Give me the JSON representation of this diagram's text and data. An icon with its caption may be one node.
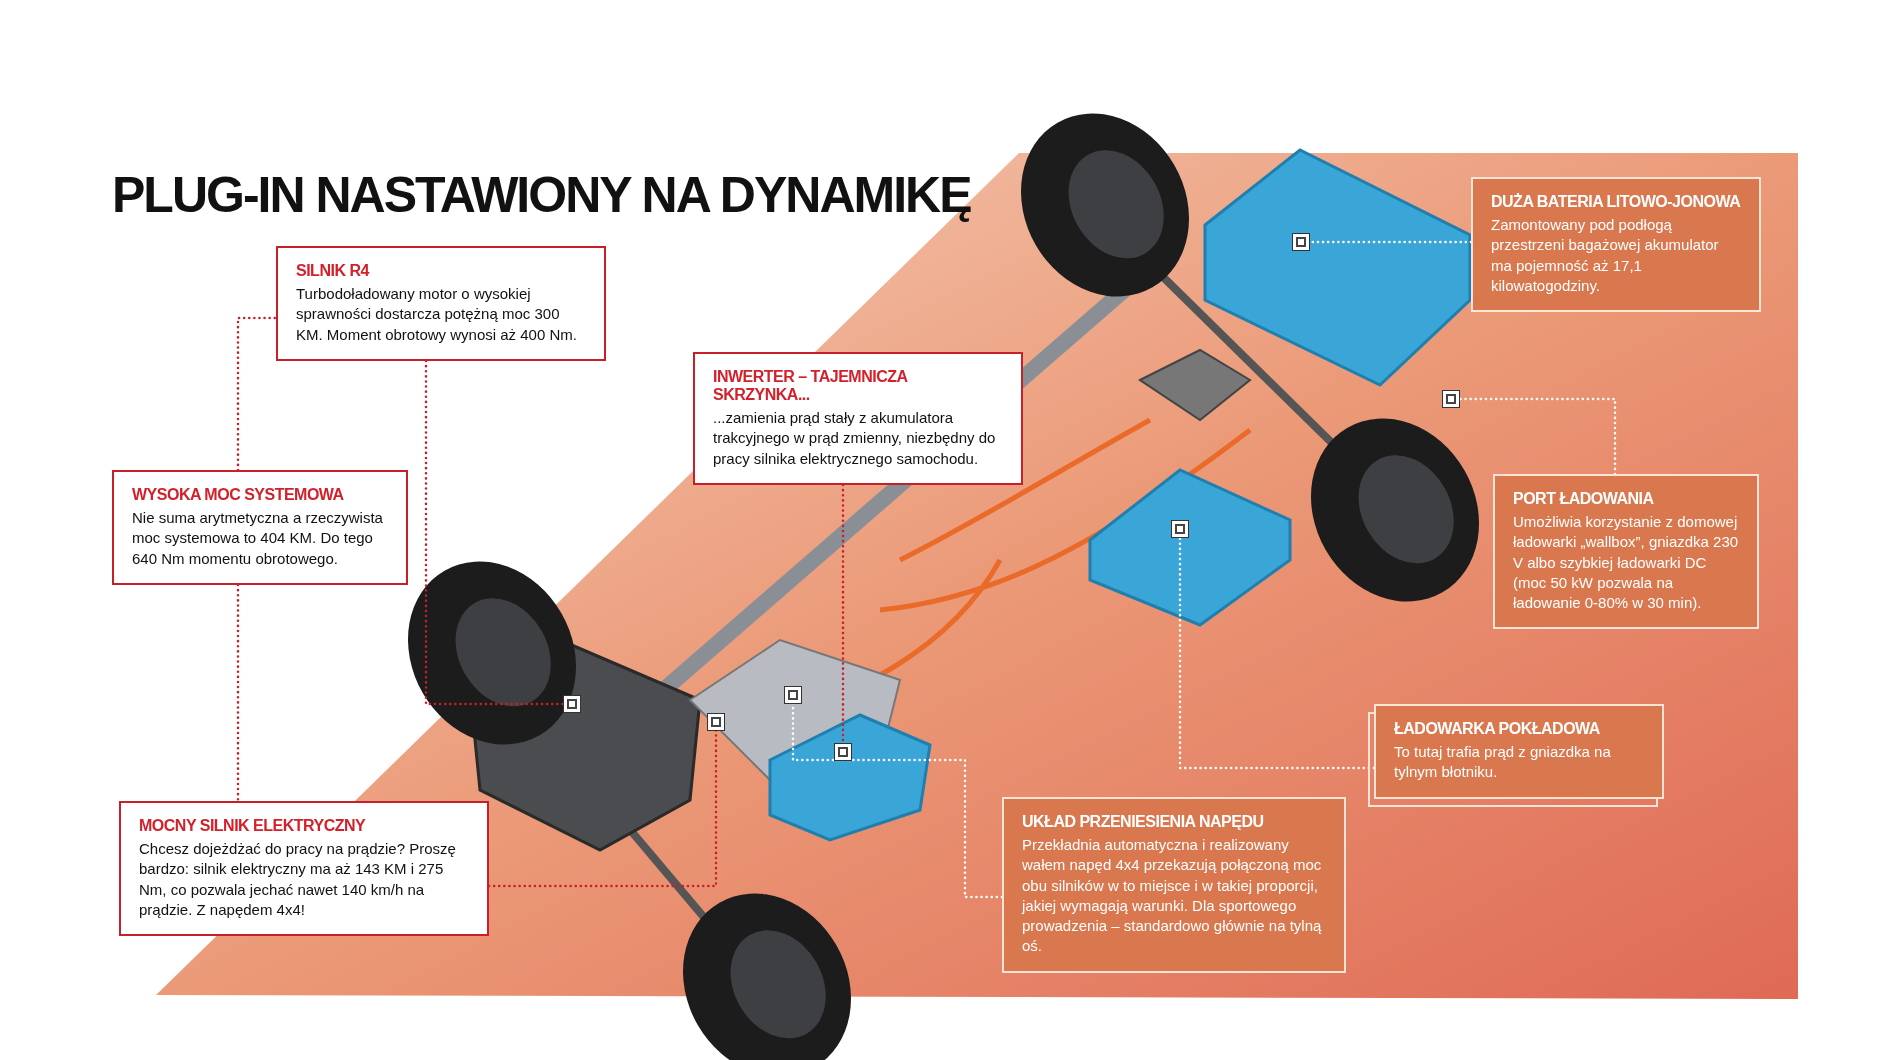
{
  "diagram": {
    "title": "PLUG-IN NASTAWIONY NA DYNAMIKĘ",
    "nodes": [
      {
        "text": [
          "SILNIK R4",
          "Turbodoładowany motor o wysokiej sprawności dostarcza potężną moc 300 KM. Moment obrotowy wynosi aż 400 Nm."
        ]
      },
      {
        "text": [
          "DUŻA BATERIA LITOWO-JONOWA",
          "Zamontowany pod podłogą przestrzeni bagażowej akumulator ma pojemność aż 17,1 kilowatogodziny."
        ]
      },
      {
        "text": [
          "INWERTER – TAJEMNICZA SKRZYNKA...",
          "...zamienia prąd stały z akumulatora trakcyjnego w prąd zmienny, niezbędny do pracy silnika elektrycznego samochodu."
        ]
      },
      {
        "text": [
          "WYSOKA MOC SYSTEMOWA",
          "Nie suma arytmetyczna a rzeczywista moc systemowa to 404 KM. Do tego 640 Nm momentu obrotowego."
        ]
      },
      {
        "text": [
          "PORT ŁADOWANIA",
          "Umożliwia korzystanie z domowej ładowarki „wallbox”, gniazdka 230 V albo szybkiej ładowarki DC (moc 50 kW pozwala na ładowanie 0-80% w 30 min)."
        ]
      },
      {
        "text": [
          "ŁADOWARKA POKŁADOWA",
          "To tutaj trafia prąd z gniazdka na tylnym błotniku."
        ]
      },
      {
        "text": [
          "MOCNY SILNIK ELEKTRYCZNY",
          "Chcesz dojeżdżać do pracy na prądzie? Proszę bardzo: silnik elektryczny ma aż 143 KM i 275 Nm, co pozwala jechać nawet 140 km/h na prądzie. Z napędem 4x4!"
        ]
      },
      {
        "text": [
          "UKŁAD PRZENIESIENIA NAPĘDU",
          "Przekładnia automatyczna i realizowany wałem napęd 4x4 przekazują połączoną moc obu silników w to miejsce i w takiej proporcji, jakiej wymagają warunki. Dla sportowego prowadzenia – standardowo głównie na tylną oś."
        ]
      },
      {
        "text": [],
        "shape": "box"
      },
      {
        "text": [],
        "shape": "box"
      },
      {
        "text": [],
        "shape": "box"
      },
      {
        "text": [],
        "shape": "box"
      },
      {
        "text": [],
        "shape": "box"
      },
      {
        "text": [],
        "shape": "box"
      },
      {
        "text": [],
        "shape": "box"
      }
    ],
    "edges": [
      {
        "from": 0,
        "to": 8,
        "arrow": "none"
      },
      {
        "from": 6,
        "to": 9,
        "arrow": "none"
      },
      {
        "from": 7,
        "to": 10,
        "arrow": "none",
        "color": "#ffffff"
      },
      {
        "from": 2,
        "to": 11,
        "arrow": "none"
      },
      {
        "from": 5,
        "to": 12,
        "arrow": "none",
        "color": "#ffffff"
      },
      {
        "from": 1,
        "to": 13,
        "arrow": "none",
        "color": "#ffffff"
      },
      {
        "from": 4,
        "to": 14,
        "arrow": "none",
        "color": "#ffffff"
      },
      {
        "from": 3,
        "to": 0,
        "arrow": "none"
      },
      {
        "from": 3,
        "to": 6,
        "arrow": "none"
      }
    ]
  }
}
